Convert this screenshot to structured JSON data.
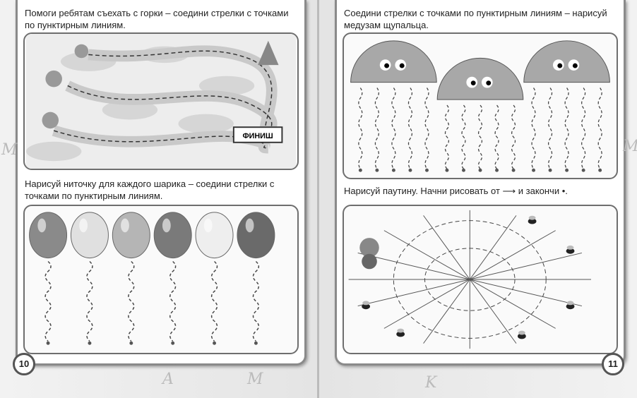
{
  "left_page": {
    "page_number": "10",
    "task1": "Помоги ребятам съехать с горки – соедини стрелки с точками по пунктирным линиям.",
    "finish_sign": "ФИНИШ",
    "task2": "Нарисуй ниточку для каждого шарика – соедини стрелки с точками по пунктирным линиям.",
    "balloon_colors": [
      "#8a8a8a",
      "#e0e0e0",
      "#b5b5b5",
      "#7a7a7a",
      "#eeeeee",
      "#6a6a6a"
    ]
  },
  "right_page": {
    "page_number": "11",
    "task1": "Соедини стрелки с точками по пунктирным линиям – нарисуй медузам щупальца.",
    "task2": "Нарисуй паутину. Начни рисовать от ⟶ и закончи •."
  }
}
